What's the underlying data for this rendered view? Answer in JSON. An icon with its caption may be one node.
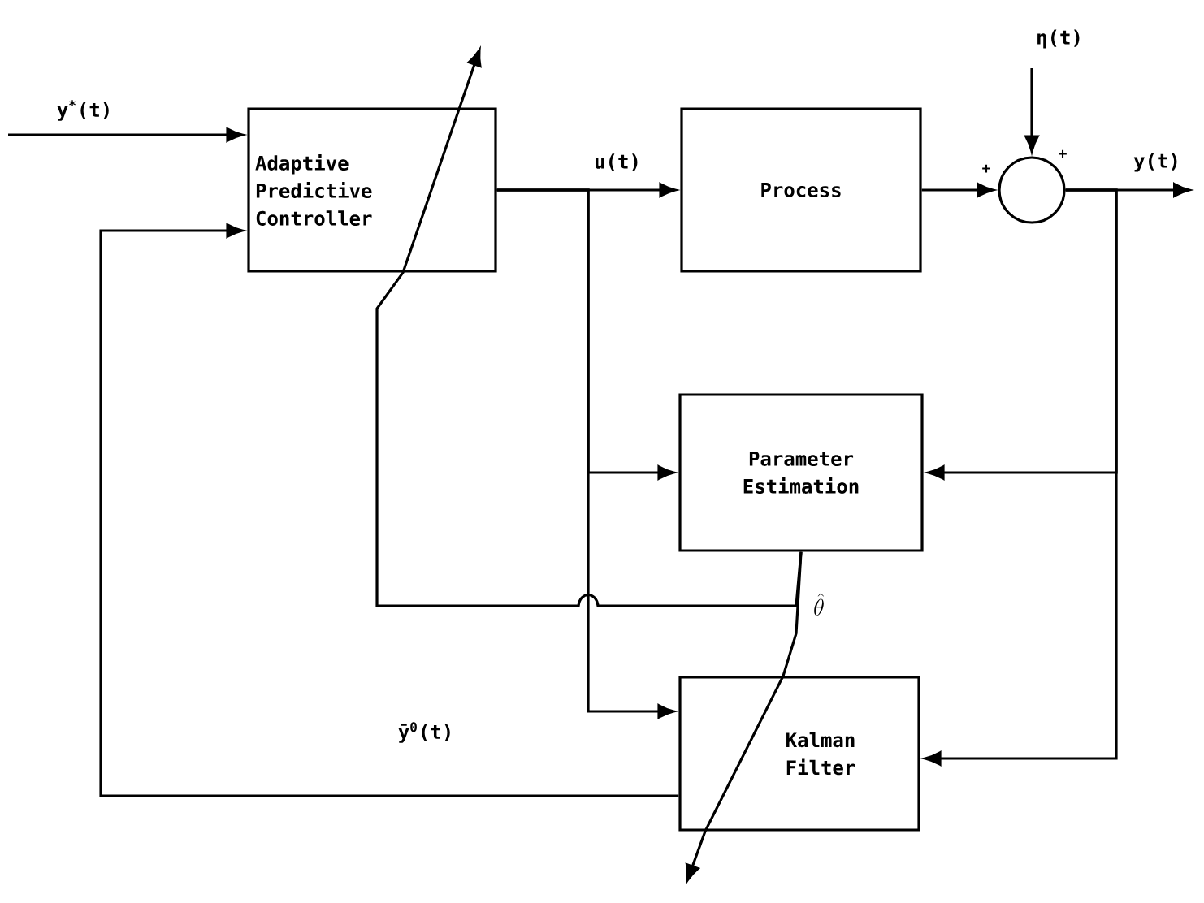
{
  "diagram": {
    "nodes": [
      {
        "text": [
          "Adaptive Predictive Controller"
        ]
      },
      {
        "text": [
          "Process"
        ]
      },
      {
        "text": [],
        "shape": "circle",
        "beside": [
          "+",
          "+"
        ]
      },
      {
        "text": [
          "Parameter Estimation"
        ]
      },
      {
        "text": [
          "Kalman Filter"
        ]
      }
    ],
    "edges": [
      {
        "from": null,
        "to": 0,
        "arrow": "to",
        "label": "y$^{*}$(t)"
      },
      {
        "from": 0,
        "to": 1,
        "arrow": "to",
        "label": "u(t)"
      },
      {
        "from": 0,
        "to": 3,
        "arrow": "to"
      },
      {
        "from": 0,
        "to": 4,
        "arrow": "to"
      },
      {
        "from": 1,
        "to": 2,
        "arrow": "to"
      },
      {
        "from": null,
        "to": 2,
        "arrow": "to",
        "label": "η(t)"
      },
      {
        "from": 2,
        "to": null,
        "arrow": "to",
        "label": "y(t)"
      },
      {
        "from": 2,
        "to": 3,
        "arrow": "to"
      },
      {
        "from": 2,
        "to": 4,
        "arrow": "to"
      },
      {
        "from": 3,
        "to": 0,
        "arrow": "to"
      },
      {
        "from": 3,
        "to": 4,
        "arrow": "to",
        "label": "\\hat{\\theta}"
      },
      {
        "from": 4,
        "to": 0,
        "arrow": "to",
        "label": "ȳ$^{0}$(t)"
      }
    ]
  }
}
